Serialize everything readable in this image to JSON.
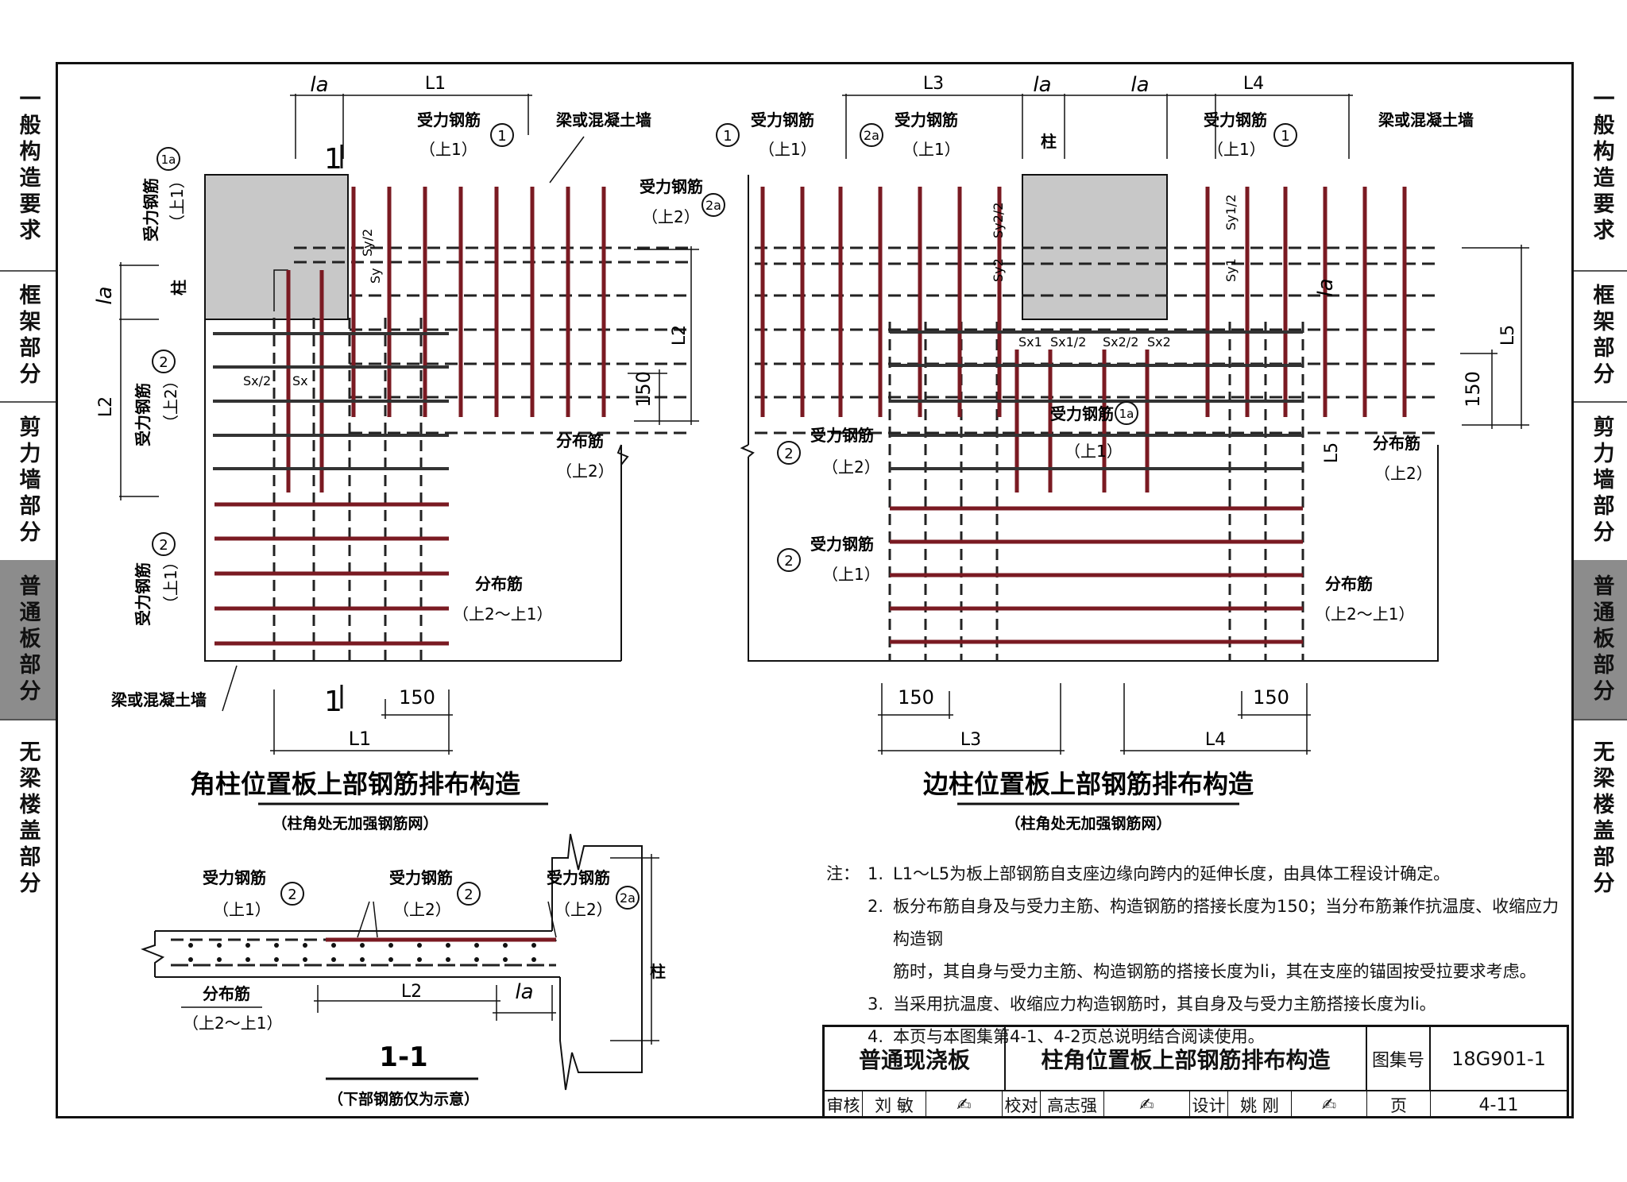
{
  "sidebar_left": [
    {
      "label": "一般构造要求",
      "active": false
    },
    {
      "label": "框架部分",
      "active": false
    },
    {
      "label": "剪力墙部分",
      "active": false
    },
    {
      "label": "普通板部分",
      "active": true
    },
    {
      "label": "无梁楼盖部分",
      "active": false
    }
  ],
  "sidebar_right": [
    {
      "label": "一般构造要求",
      "active": false
    },
    {
      "label": "框架部分",
      "active": false
    },
    {
      "label": "剪力墙部分",
      "active": false
    },
    {
      "label": "普通板部分",
      "active": true
    },
    {
      "label": "无梁楼盖部分",
      "active": false
    }
  ],
  "colors": {
    "rebar": "#7a1a22",
    "dash": "#222222",
    "column": "#c8c8c8",
    "active_tab": "#8c8c8c"
  },
  "left_figure": {
    "la": "la",
    "L1": "L1",
    "L2": "L2",
    "d150": "150",
    "Sy2": "Sy/2",
    "Sy": "Sy",
    "Sx2": "Sx/2",
    "Sx": "Sx",
    "rebar_main": "受力钢筋",
    "up1": "（上1）",
    "up2": "（上2）",
    "c1": "1",
    "c1a": "1a",
    "c2": "2",
    "c2a": "2a",
    "beam_wall": "梁或混凝土墙",
    "column": "柱",
    "dist": "分布筋",
    "up2_up1": "（上2～上1）",
    "sec": "1",
    "title": "角柱位置板上部钢筋排布构造",
    "subtitle": "（柱角处无加强钢筋网）"
  },
  "right_figure": {
    "la": "la",
    "L3": "L3",
    "L4": "L4",
    "L5": "L5",
    "d150": "150",
    "Sy22": "Sy2/2",
    "Sy2": "Sy2",
    "Sy12": "Sy1/2",
    "Sy1": "Sy1",
    "Sx1": "Sx1",
    "Sx12": "Sx1/2",
    "Sx22": "Sx2/2",
    "Sx2": "Sx2",
    "title": "边柱位置板上部钢筋排布构造",
    "subtitle": "（柱角处无加强钢筋网）"
  },
  "section": {
    "L2": "L2",
    "la": "la",
    "column": "柱",
    "title": "1-1",
    "subtitle": "（下部钢筋仅为示意）"
  },
  "notes": {
    "prefix": "注：",
    "items": [
      {
        "n": "1.",
        "text": "L1～L5为板上部钢筋自支座边缘向跨内的延伸长度，由具体工程设计确定。"
      },
      {
        "n": "2.",
        "text": "板分布筋自身及与受力主筋、构造钢筋的搭接长度为150；当分布筋兼作抗温度、收缩应力构造钢"
      },
      {
        "n": "",
        "text": "筋时，其自身与受力主筋、构造钢筋的搭接长度为li，其在支座的锚固按受拉要求考虑。"
      },
      {
        "n": "3.",
        "text": "当采用抗温度、收缩应力构造钢筋时，其自身及与受力主筋搭接长度为li。"
      },
      {
        "n": "4.",
        "text": "本页与本图集第4-1、4-2页总说明结合阅读使用。"
      }
    ]
  },
  "title_block": {
    "category": "普通现浇板",
    "drawing_title": "柱角位置板上部钢筋排布构造",
    "atlas_label": "图集号",
    "atlas_no": "18G901-1",
    "review_label": "审核",
    "reviewer": "刘 敏",
    "check_label": "校对",
    "checker": "高志强",
    "design_label": "设计",
    "designer": "姚 刚",
    "page_label": "页",
    "page_no": "4-11"
  }
}
